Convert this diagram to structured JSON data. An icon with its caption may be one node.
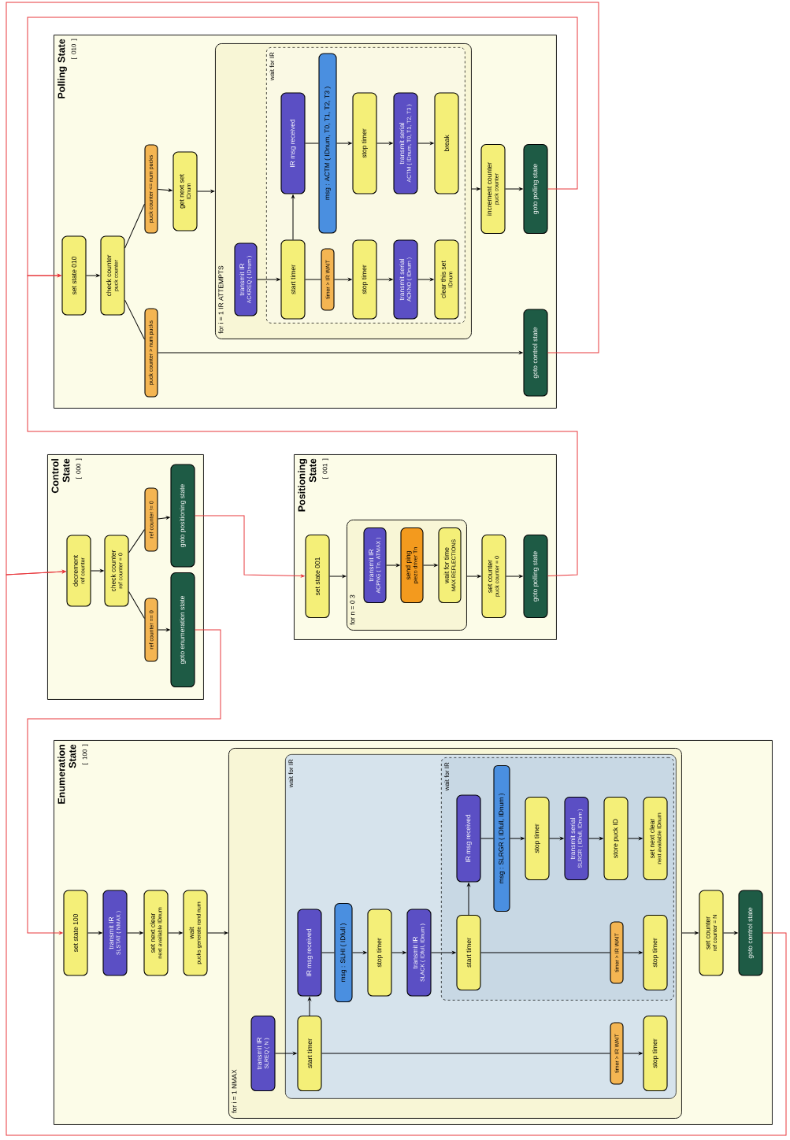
{
  "diagram": {
    "nodes": [
      {
        "text": [
          "Enumeration State",
          "[ 100 ]"
        ]
      },
      {
        "text": [
          "set state 100"
        ],
        "in": 0
      },
      {
        "text": [
          "transmit IR",
          "SLSTAT ( NMAX )"
        ],
        "in": 0
      },
      {
        "text": [
          "set next clear",
          "next available IDnum"
        ],
        "in": 0
      },
      {
        "text": [
          "wait",
          "pucks generate rand num"
        ],
        "in": 0
      },
      {
        "text": [
          "for i = 1 NMAX"
        ],
        "in": 0
      },
      {
        "text": [
          "transmit IR",
          "SLREQ ( N )"
        ],
        "in": 5
      },
      {
        "text": [
          "wait for IR"
        ],
        "in": 5
      },
      {
        "text": [
          "start timer"
        ],
        "in": 7
      },
      {
        "text": [
          "IR msg received"
        ],
        "in": 7
      },
      {
        "text": [
          "msg : SLHI ( IDfull )"
        ],
        "in": 7
      },
      {
        "text": [
          "stop timer"
        ],
        "in": 7
      },
      {
        "text": [
          "transmit IR",
          "SLACK ( IDfull, IDnum )"
        ],
        "in": 7
      },
      {
        "text": [
          "wait for IR"
        ],
        "in": 7
      },
      {
        "text": [
          "start timer"
        ],
        "in": 13
      },
      {
        "text": [
          "IR msg received"
        ],
        "in": 13
      },
      {
        "text": [
          "msg : SLRGR ( IDfull, IDnum )"
        ],
        "in": 13
      },
      {
        "text": [
          "stop timer"
        ],
        "in": 13
      },
      {
        "text": [
          "transmit serial",
          "SLRGR ( IDfull, IDnum )"
        ],
        "in": 13
      },
      {
        "text": [
          "store puck ID"
        ],
        "in": 13
      },
      {
        "text": [
          "set next clear",
          "next available IDnum"
        ],
        "in": 13
      },
      {
        "text": [
          "timer > IR WAIT"
        ],
        "in": 13
      },
      {
        "text": [
          "stop timer"
        ],
        "in": 13
      },
      {
        "text": [
          "timer > IR WAIT"
        ],
        "in": 7
      },
      {
        "text": [
          "stop timer"
        ],
        "in": 7
      },
      {
        "text": [
          "set counter",
          "ref counter = N"
        ],
        "in": 0
      },
      {
        "text": [
          "goto control state"
        ],
        "in": 0
      },
      {
        "text": [
          "Control State",
          "[ 000 ]"
        ]
      },
      {
        "text": [
          "decrement",
          "ref counter"
        ],
        "in": 27
      },
      {
        "text": [
          "check counter",
          "ref counter = 0"
        ],
        "in": 27
      },
      {
        "text": [
          "ref counter != 0"
        ],
        "in": 27
      },
      {
        "text": [
          "ref counter == 0"
        ],
        "in": 27
      },
      {
        "text": [
          "goto positioning state"
        ],
        "in": 27
      },
      {
        "text": [
          "goto enumeration state"
        ],
        "in": 27
      },
      {
        "text": [
          "Positioning State",
          "[ 001 ]"
        ]
      },
      {
        "text": [
          "set state 001"
        ],
        "in": 34
      },
      {
        "text": [
          "for n = 0 3"
        ],
        "in": 34
      },
      {
        "text": [
          "transmit IR",
          "ACPNG ( Tn, ATMAX )"
        ],
        "in": 36
      },
      {
        "text": [
          "send ping",
          "piezo driver Tn"
        ],
        "in": 36
      },
      {
        "text": [
          "wait for time",
          "MAX REFLECTIONS"
        ],
        "in": 36
      },
      {
        "text": [
          "set counter",
          "puck counter = 0"
        ],
        "in": 34
      },
      {
        "text": [
          "goto polling state"
        ],
        "in": 34
      },
      {
        "text": [
          "Polling State",
          "[ 010 ]"
        ]
      },
      {
        "text": [
          "set state 010"
        ],
        "in": 42
      },
      {
        "text": [
          "check counter",
          "puck counter"
        ],
        "in": 42
      },
      {
        "text": [
          "puck counter <= num pucks"
        ],
        "in": 42
      },
      {
        "text": [
          "puck counter > num pucks"
        ],
        "in": 42
      },
      {
        "text": [
          "get next set",
          "IDnum"
        ],
        "in": 42
      },
      {
        "text": [
          "for i = 1 IR ATTEMPTS"
        ],
        "in": 42
      },
      {
        "text": [
          "transmit IR",
          "ACKREQ ( IDnum )"
        ],
        "in": 48
      },
      {
        "text": [
          "wait for IR"
        ],
        "in": 48
      },
      {
        "text": [
          "IR msg received"
        ],
        "in": 50
      },
      {
        "text": [
          "msg : ACTM ( IDnum, T0, T1, T2, T3 )"
        ],
        "in": 50
      },
      {
        "text": [
          "start timer"
        ],
        "in": 50
      },
      {
        "text": [
          "timer > IR WAIT"
        ],
        "in": 50
      },
      {
        "text": [
          "stop timer"
        ],
        "in": 50
      },
      {
        "text": [
          "transmit serial",
          "ACTM ( IDnum, T0, T1, T2, T3 )"
        ],
        "in": 50
      },
      {
        "text": [
          "break"
        ],
        "in": 50
      },
      {
        "text": [
          "stop timer"
        ],
        "in": 50
      },
      {
        "text": [
          "transmit serial",
          "ACKNO ( IDnum )"
        ],
        "in": 50
      },
      {
        "text": [
          "clear this set",
          "IDnum"
        ],
        "in": 50
      },
      {
        "text": [
          "increment counter",
          "puck counter"
        ],
        "in": 42
      },
      {
        "text": [
          "goto polling state"
        ],
        "in": 42
      },
      {
        "text": [
          "goto control state"
        ],
        "in": 42
      }
    ],
    "edges": [
      {
        "from": 1,
        "to": 2,
        "arrow": "to"
      },
      {
        "from": 2,
        "to": 3,
        "arrow": "to"
      },
      {
        "from": 3,
        "to": 4,
        "arrow": "to"
      },
      {
        "from": 4,
        "to": 5,
        "arrow": "to"
      },
      {
        "from": 6,
        "to": 8,
        "arrow": "to"
      },
      {
        "from": 8,
        "to": 9,
        "arrow": "to"
      },
      {
        "from": 9,
        "to": 10,
        "arrow": "none"
      },
      {
        "from": 10,
        "to": 11,
        "arrow": "to"
      },
      {
        "from": 11,
        "to": 12,
        "arrow": "to"
      },
      {
        "from": 12,
        "to": 14,
        "arrow": "to"
      },
      {
        "from": 14,
        "to": 15,
        "arrow": "to"
      },
      {
        "from": 15,
        "to": 16,
        "arrow": "none"
      },
      {
        "from": 16,
        "to": 17,
        "arrow": "to"
      },
      {
        "from": 17,
        "to": 18,
        "arrow": "to"
      },
      {
        "from": 18,
        "to": 19,
        "arrow": "to"
      },
      {
        "from": 19,
        "to": 20,
        "arrow": "to"
      },
      {
        "from": 14,
        "to": 21,
        "arrow": "none"
      },
      {
        "from": 21,
        "to": 22,
        "arrow": "to"
      },
      {
        "from": 8,
        "to": 23,
        "arrow": "none"
      },
      {
        "from": 23,
        "to": 24,
        "arrow": "to"
      },
      {
        "from": 5,
        "to": 25,
        "arrow": "to"
      },
      {
        "from": 25,
        "to": 26,
        "arrow": "to"
      },
      {
        "from": 28,
        "to": 29,
        "arrow": "to"
      },
      {
        "from": 29,
        "to": 30,
        "arrow": "none"
      },
      {
        "from": 29,
        "to": 31,
        "arrow": "none"
      },
      {
        "from": 30,
        "to": 32,
        "arrow": "to"
      },
      {
        "from": 31,
        "to": 33,
        "arrow": "to"
      },
      {
        "from": 35,
        "to": 36,
        "arrow": "to"
      },
      {
        "from": 37,
        "to": 38,
        "arrow": "to"
      },
      {
        "from": 38,
        "to": 39,
        "arrow": "to"
      },
      {
        "from": 36,
        "to": 40,
        "arrow": "to"
      },
      {
        "from": 40,
        "to": 41,
        "arrow": "to"
      },
      {
        "from": 43,
        "to": 44,
        "arrow": "to"
      },
      {
        "from": 44,
        "to": 45,
        "arrow": "none"
      },
      {
        "from": 44,
        "to": 46,
        "arrow": "none"
      },
      {
        "from": 45,
        "to": 47,
        "arrow": "to"
      },
      {
        "from": 47,
        "to": 48,
        "arrow": "to"
      },
      {
        "from": 49,
        "to": 53,
        "arrow": "to"
      },
      {
        "from": 53,
        "to": 51,
        "arrow": "to"
      },
      {
        "from": 51,
        "to": 52,
        "arrow": "none"
      },
      {
        "from": 52,
        "to": 55,
        "arrow": "to"
      },
      {
        "from": 55,
        "to": 56,
        "arrow": "to"
      },
      {
        "from": 56,
        "to": 57,
        "arrow": "to"
      },
      {
        "from": 53,
        "to": 54,
        "arrow": "none"
      },
      {
        "from": 54,
        "to": 58,
        "arrow": "to"
      },
      {
        "from": 58,
        "to": 59,
        "arrow": "to"
      },
      {
        "from": 59,
        "to": 60,
        "arrow": "to"
      },
      {
        "from": 48,
        "to": 61,
        "arrow": "to"
      },
      {
        "from": 61,
        "to": 62,
        "arrow": "to"
      },
      {
        "from": 46,
        "to": 63,
        "arrow": "to"
      },
      {
        "from": 26,
        "to": 28,
        "arrow": "to",
        "color": "#e8383d"
      },
      {
        "from": 63,
        "to": 28,
        "arrow": "to",
        "color": "#e8383d"
      },
      {
        "from": 32,
        "to": 35,
        "arrow": "to",
        "color": "#e8383d"
      },
      {
        "from": 33,
        "to": 1,
        "arrow": "to",
        "color": "#e8383d"
      },
      {
        "from": 41,
        "to": 43,
        "arrow": "to",
        "color": "#e8383d"
      },
      {
        "from": 62,
        "to": 43,
        "arrow": "to",
        "color": "#e8383d"
      }
    ]
  }
}
